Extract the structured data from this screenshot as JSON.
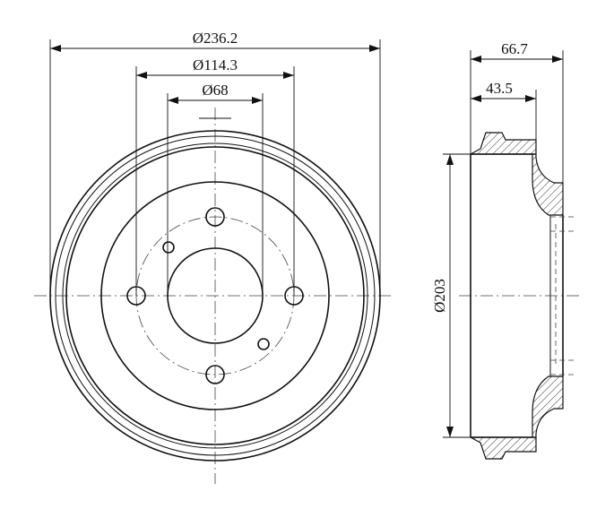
{
  "dimensions": {
    "outer_diameter": "Ø236.2",
    "pcd": "Ø114.3",
    "center_bore": "Ø68",
    "overall_height": "66.7",
    "flange_height": "43.5",
    "inner_diameter": "Ø203"
  }
}
